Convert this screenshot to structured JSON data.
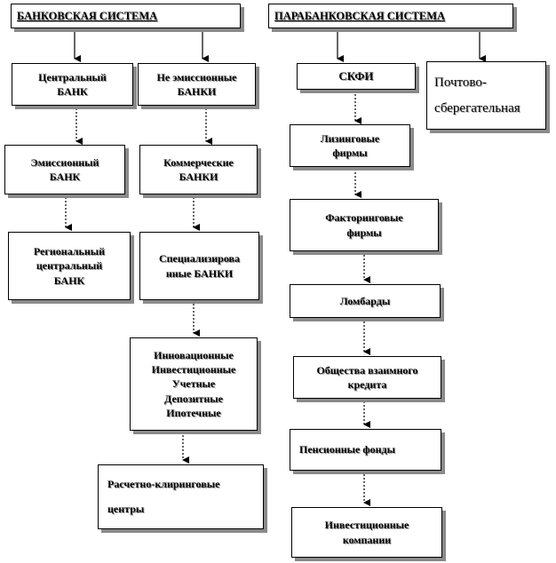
{
  "nodes": {
    "bank_system": "БАНКОВСКАЯ СИСТЕМА",
    "parabank_system": "ПАРАБАНКОВСКАЯ СИСТЕМА",
    "central_bank": "Центральный\nБАНК",
    "non_emission_banks": "Не эмиссионные\nБАНКИ",
    "skfi": "СКФИ",
    "postal_savings": "Почтово-\nсберегательная",
    "emission_bank": "Эмиссионный\nБАНК",
    "commercial_banks": "Коммерческие\nБАНКИ",
    "leasing_firms": "Лизинговые\nфирмы",
    "regional_central_bank": "Региональный\nцентральный\nБАНК",
    "specialized_banks": "Специализирова\nнные   БАНКИ",
    "factoring_firms": "Факторинговые\nфирмы",
    "lombards": "Ломбарды",
    "bank_types": "Инновационные\nИнвестиционные\nУчетные\nДепозитные\nИпотечные",
    "mutual_credit": "Общества взаимного\nкредита",
    "pension_funds": "Пенсионные фонды",
    "clearing_centers": "Расчетно-клиринговые\nцентры",
    "investment_companies": "Инвестиционные\nкомпании"
  },
  "colors": {
    "border": "#000000",
    "shadow": "#8a8a8a",
    "background": "#ffffff"
  }
}
